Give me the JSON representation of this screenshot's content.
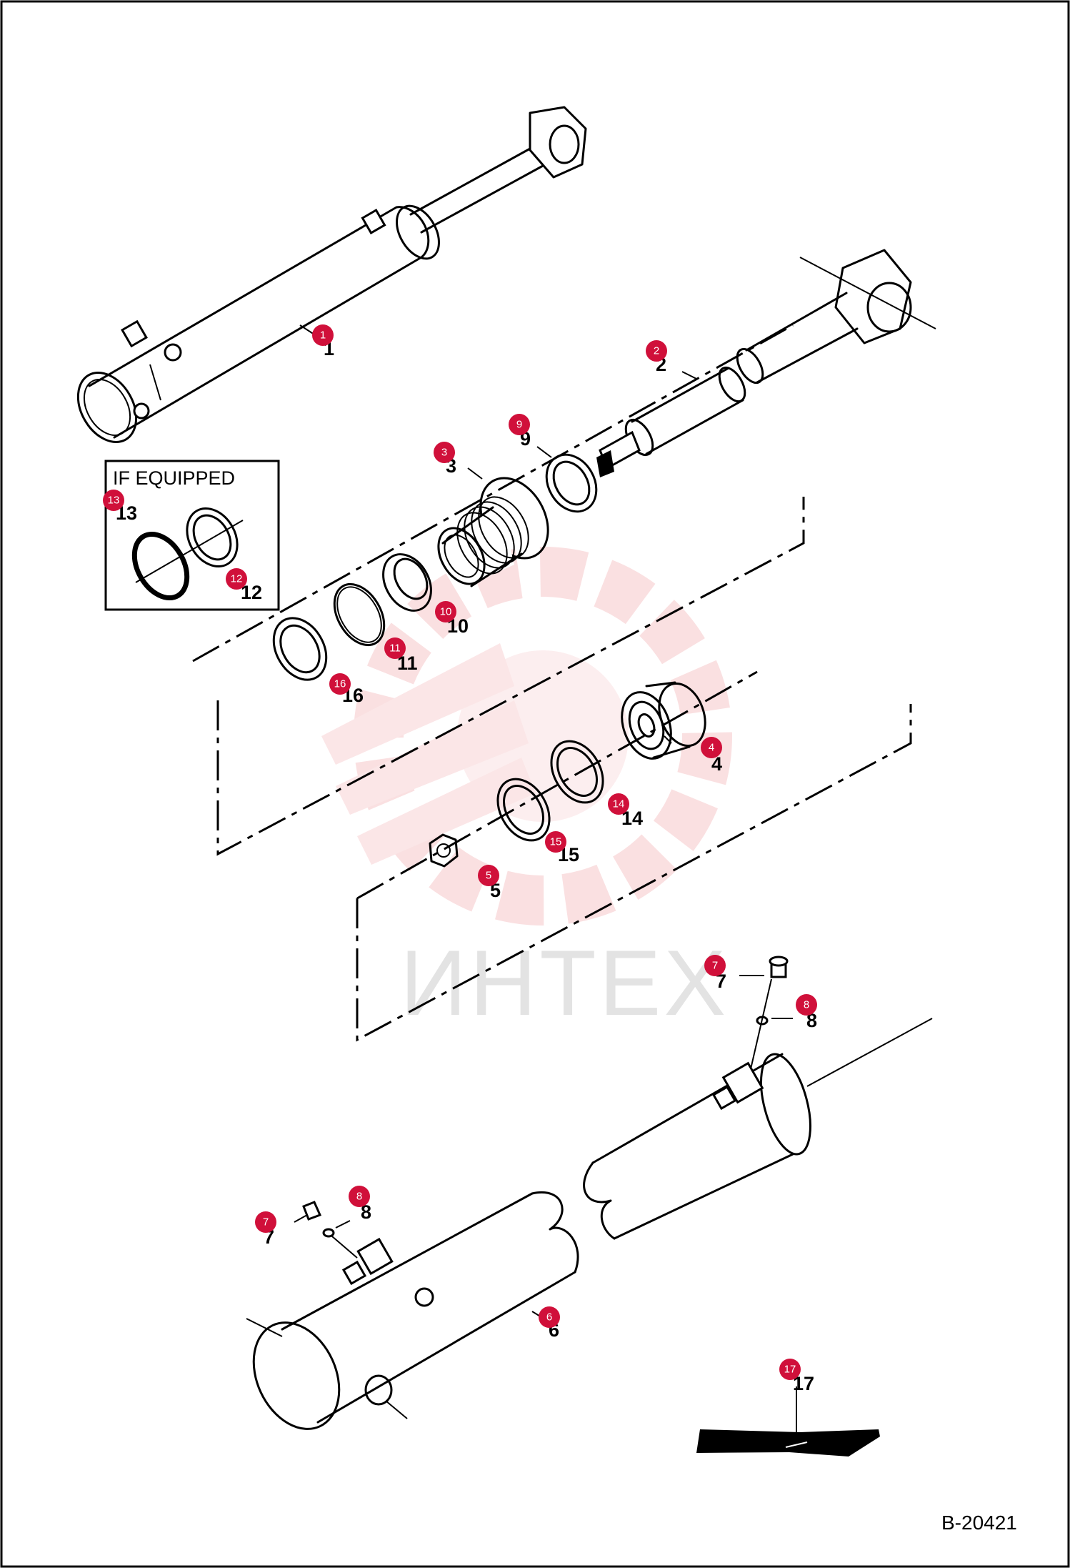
{
  "box_title": "IF EQUIPPED",
  "document_id": "B-20421",
  "watermark_text": "ИНТЕХ",
  "accent_color": "#d0103a",
  "parts": [
    {
      "id": "p1",
      "number": "1",
      "callout": "1"
    },
    {
      "id": "p2",
      "number": "2",
      "callout": "2"
    },
    {
      "id": "p3",
      "number": "3",
      "callout": "3"
    },
    {
      "id": "p4",
      "number": "4",
      "callout": "4"
    },
    {
      "id": "p5",
      "number": "5",
      "callout": "5"
    },
    {
      "id": "p6",
      "number": "6",
      "callout": "6"
    },
    {
      "id": "p7a",
      "number": "7",
      "callout": "7"
    },
    {
      "id": "p7b",
      "number": "7",
      "callout": "7"
    },
    {
      "id": "p8a",
      "number": "8",
      "callout": "8"
    },
    {
      "id": "p8b",
      "number": "8",
      "callout": "8"
    },
    {
      "id": "p9",
      "number": "9",
      "callout": "9"
    },
    {
      "id": "p10",
      "number": "10",
      "callout": "10"
    },
    {
      "id": "p11",
      "number": "11",
      "callout": "11"
    },
    {
      "id": "p12",
      "number": "12",
      "callout": "12"
    },
    {
      "id": "p13",
      "number": "13",
      "callout": "13"
    },
    {
      "id": "p14",
      "number": "14",
      "callout": "14"
    },
    {
      "id": "p15",
      "number": "15",
      "callout": "15"
    },
    {
      "id": "p16",
      "number": "16",
      "callout": "16"
    },
    {
      "id": "p17",
      "number": "17",
      "callout": "17"
    }
  ]
}
